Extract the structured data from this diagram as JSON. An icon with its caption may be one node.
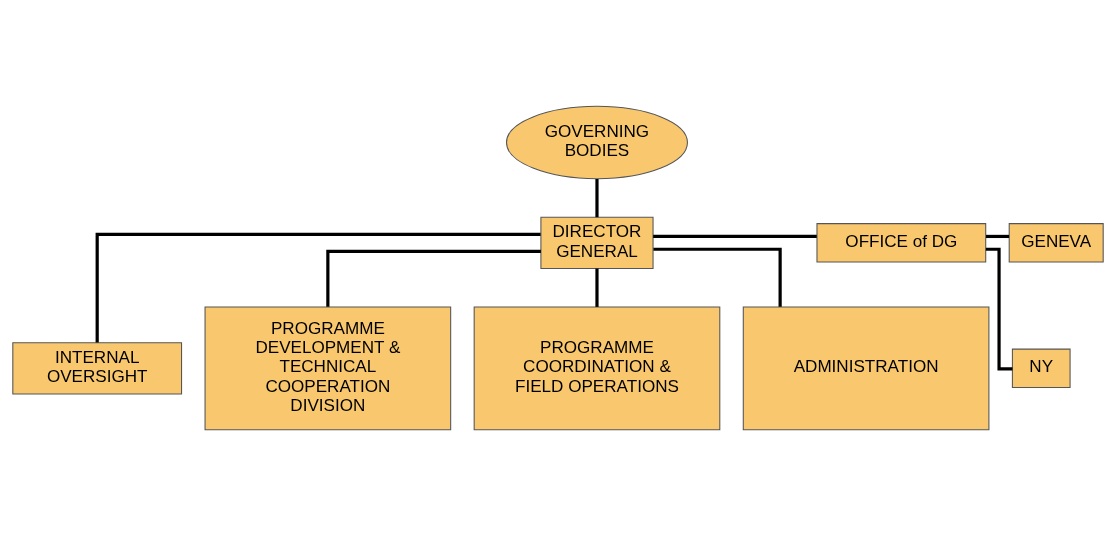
{
  "diagram": {
    "nodes": [
      {
        "text": [
          "GOVERNING BODIES"
        ]
      },
      {
        "text": [
          "DIRECTOR GENERAL"
        ]
      },
      {
        "text": [
          "OFFICE of DG"
        ]
      },
      {
        "text": [
          "GENEVA"
        ]
      },
      {
        "text": [
          "NY"
        ]
      },
      {
        "text": [
          "INTERNAL OVERSIGHT"
        ]
      },
      {
        "text": [
          "PROGRAMME DEVELOPMENT & TECHNICAL COOPERATION DIVISION"
        ]
      },
      {
        "text": [
          "PROGRAMME COORDINATION & FIELD OPERATIONS"
        ]
      },
      {
        "text": [
          "ADMINISTRATION"
        ]
      }
    ],
    "edges": [
      {
        "from": 0,
        "to": 1,
        "arrow": "none"
      },
      {
        "from": 1,
        "to": 2,
        "arrow": "none"
      },
      {
        "from": 2,
        "to": 3,
        "arrow": "none"
      },
      {
        "from": 2,
        "to": 4,
        "arrow": "none"
      },
      {
        "from": 1,
        "to": 5,
        "arrow": "none"
      },
      {
        "from": 1,
        "to": 6,
        "arrow": "none"
      },
      {
        "from": 1,
        "to": 7,
        "arrow": "none"
      },
      {
        "from": 1,
        "to": 8,
        "arrow": "none"
      }
    ]
  }
}
